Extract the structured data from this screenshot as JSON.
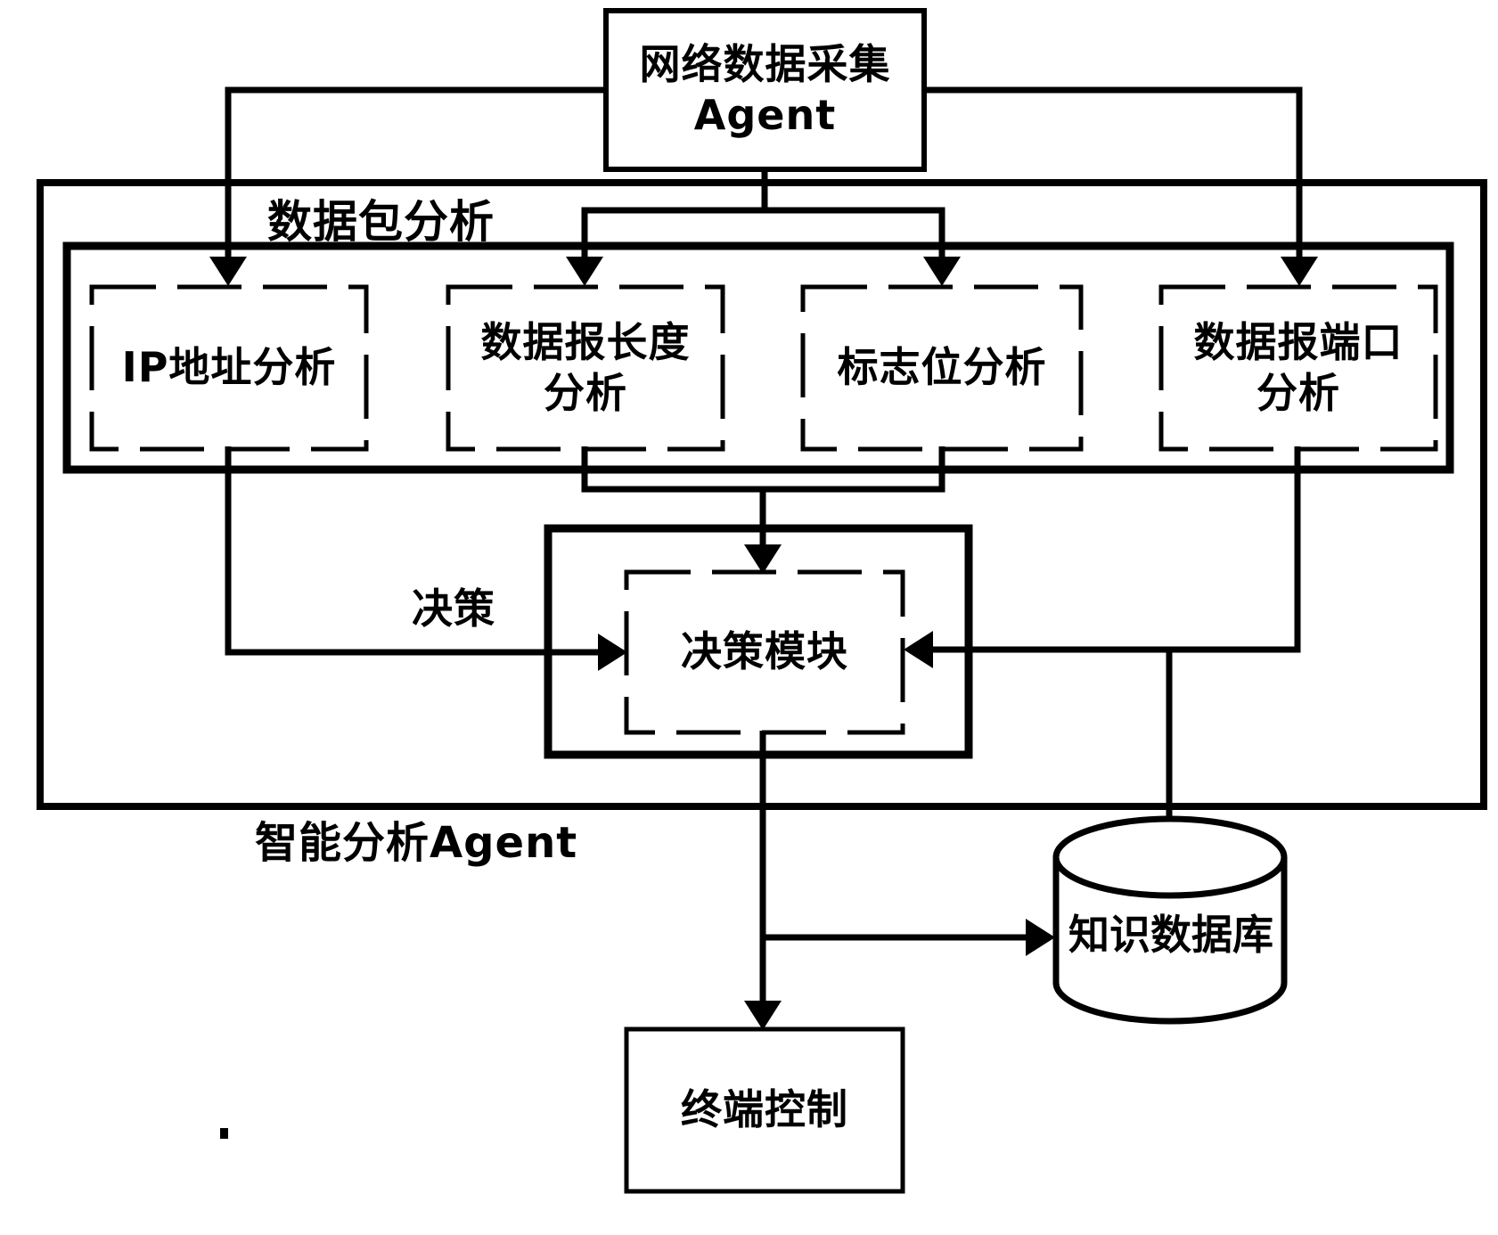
{
  "canvas": {
    "ink_color": "#000000",
    "background_color": "#ffffff"
  },
  "nodes": {
    "collector": {
      "label": "网络数据采集\nAgent"
    },
    "ip_analysis": {
      "label": "IP地址分析"
    },
    "length_analysis": {
      "label": "数据报长度\n分析"
    },
    "flag_analysis": {
      "label": "标志位分析"
    },
    "port_analysis": {
      "label": "数据报端口\n分析"
    },
    "decision_module": {
      "label": "决策模块"
    },
    "knowledge_db": {
      "label": "知识数据库"
    },
    "terminal_control": {
      "label": "终端控制"
    }
  },
  "region_labels": {
    "packet_analysis": "数据包分析",
    "intelligent_agent": "智能分析Agent"
  },
  "edge_labels": {
    "decision": "决策"
  }
}
